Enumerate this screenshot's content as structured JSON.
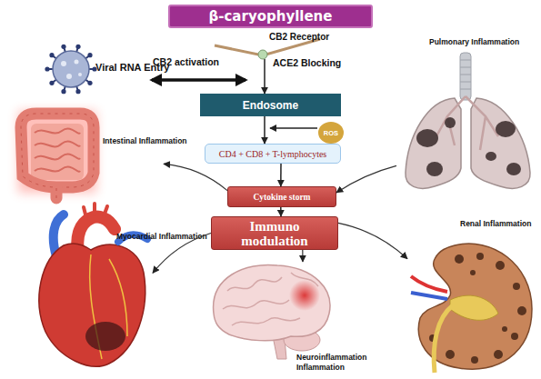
{
  "diagram": {
    "nodes": [
      {
        "text": [
          "β-caryophyllene"
        ]
      },
      {
        "text": [
          "CB2 Receptor"
        ]
      },
      {
        "text": [
          "Viral RNA Entry"
        ]
      },
      {
        "text": [
          "Pulmonary Inflammation"
        ]
      },
      {
        "text": [
          "Endosome"
        ]
      },
      {
        "text": [
          "ROS"
        ]
      },
      {
        "text": [
          "Intestinal Inflammation"
        ]
      },
      {
        "text": [
          "CD4 + CD8 + T-lymphocytes"
        ]
      },
      {
        "text": [
          "Cytokine storm"
        ]
      },
      {
        "text": [
          "Immuno modulation"
        ]
      },
      {
        "text": [
          "Myocardial Inflammation"
        ]
      },
      {
        "text": [
          "Renal Inflammation"
        ]
      },
      {
        "text": [
          "Neuroinflammation Inflammation"
        ]
      }
    ],
    "edges": [
      {
        "from": 2,
        "to": 1,
        "arrow": "both",
        "label": "CB2 activation"
      },
      {
        "from": 1,
        "to": 4,
        "arrow": "to"
      },
      {
        "from": 4,
        "to": 7,
        "arrow": "to"
      },
      {
        "from": 7,
        "to": 8,
        "arrow": "to"
      },
      {
        "from": 8,
        "to": 9,
        "arrow": "to"
      },
      {
        "from": 3,
        "to": 8,
        "arrow": "to"
      },
      {
        "from": 8,
        "to": 6,
        "arrow": "to"
      },
      {
        "from": 9,
        "to": 10,
        "arrow": "to"
      },
      {
        "from": 9,
        "to": 12,
        "arrow": "to"
      },
      {
        "from": 9,
        "to": 11,
        "arrow": "to"
      }
    ],
    "labels": [
      "ACE2 Blocking"
    ]
  }
}
